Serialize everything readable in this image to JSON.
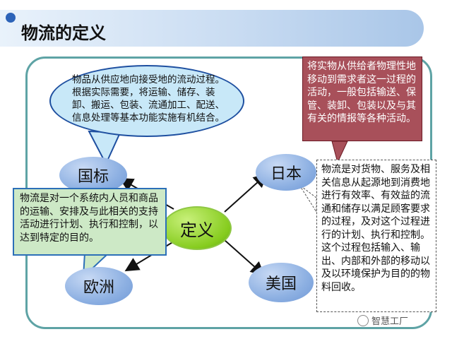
{
  "title": "物流的定义",
  "center": "定义",
  "nodes": {
    "guobiao": "国标",
    "riben": "日本",
    "ouzhou": "欧洲",
    "meiguo": "美国"
  },
  "callouts": {
    "guobiao": "物品从供应地向接受地的流动过程。根据实际需要，将运输、储存、装卸、搬运、包装、流通加工、配送、信息处理等基本功能实施有机结合。",
    "riben": "将实物从供给者物理性地移动到需求者这一过程的活动，一般包括输送、保管、装卸、包装以及与其有关的情报等各种活动。",
    "ouzhou": "物流是对一个系统内人员和商品的运输、安排及与此相关的支持活动进行计划、执行和控制，以达到特定的目的。",
    "meiguo": "物流是对货物、服务及相关信息从起源地到消费地进行有效率、有效益的流通和储存以满足顾客要求的过程，及对这个过程进行的计划、执行和控制。这个过程包括输入、输出、内部和外部的移动以及以环境保护为目的的物料回收。"
  },
  "watermark": "智慧工厂",
  "colors": {
    "frame": "#5ea3a5",
    "bubble_fill": "#c8e8f8",
    "red_box": "#a8505a",
    "green_box": "#cde9c6",
    "center_node": "#86cc1e",
    "country_nodes": "#8db0e2"
  }
}
